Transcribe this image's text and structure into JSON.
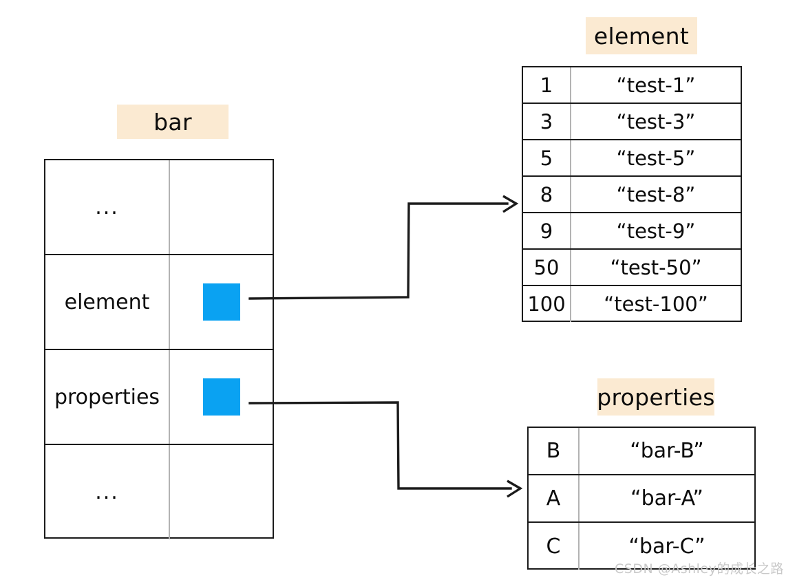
{
  "diagram": {
    "watermark": "CSDN @Ashley的成长之路",
    "accent_blue": "#0AA2F2",
    "highlight_cream": "#FBEAD2",
    "stroke_dark": "#1b1b1b",
    "divider_gray": "#b3b3b3"
  },
  "bar": {
    "title": "bar",
    "rows": [
      {
        "key": "...",
        "value": ""
      },
      {
        "key": "element",
        "value": "pointer-swatch"
      },
      {
        "key": "properties",
        "value": "pointer-swatch"
      },
      {
        "key": "...",
        "value": ""
      }
    ]
  },
  "element": {
    "title": "element",
    "rows": [
      {
        "key": "1",
        "value": "“test-1”"
      },
      {
        "key": "3",
        "value": "“test-3”"
      },
      {
        "key": "5",
        "value": "“test-5”"
      },
      {
        "key": "8",
        "value": "“test-8”"
      },
      {
        "key": "9",
        "value": "“test-9”"
      },
      {
        "key": "50",
        "value": "“test-50”"
      },
      {
        "key": "100",
        "value": "“test-100”"
      }
    ]
  },
  "properties": {
    "title": "properties",
    "rows": [
      {
        "key": "B",
        "value": "“bar-B”"
      },
      {
        "key": "A",
        "value": "“bar-A”"
      },
      {
        "key": "C",
        "value": "“bar-C”"
      }
    ]
  },
  "connectors": [
    {
      "name": "element-pointer-arrow",
      "from": "bar.element.swatch",
      "to": "element.table"
    },
    {
      "name": "properties-pointer-arrow",
      "from": "bar.properties.swatch",
      "to": "properties.table"
    }
  ]
}
